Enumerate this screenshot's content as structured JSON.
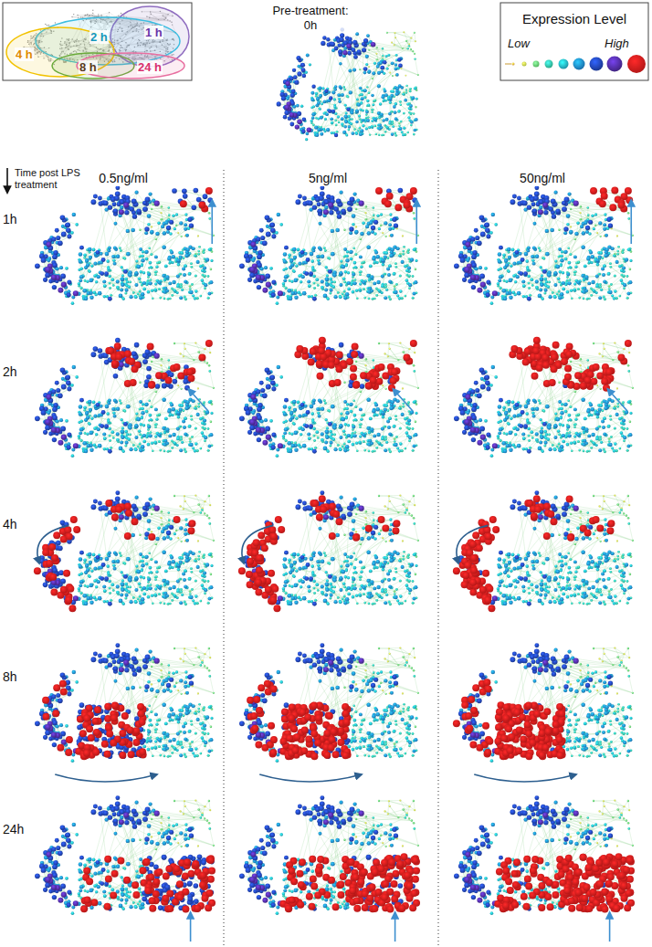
{
  "diagram": {
    "nodes": [
      {
        "text": [
          "1 h"
        ]
      },
      {
        "text": [
          "2 h"
        ]
      },
      {
        "text": [
          "4 h"
        ]
      },
      {
        "text": [
          "8 h"
        ]
      },
      {
        "text": [
          "24 h"
        ]
      }
    ],
    "labels": [
      "Pre-treatment: 0h",
      "Expression Level",
      "Time post LPS treatment",
      "0.5ng/ml",
      "5ng/ml",
      "50ng/ml",
      "1h",
      "2h",
      "4h",
      "8h",
      "24h"
    ],
    "legend": [
      {
        "text": "Low"
      },
      {
        "text": "High"
      }
    ]
  }
}
